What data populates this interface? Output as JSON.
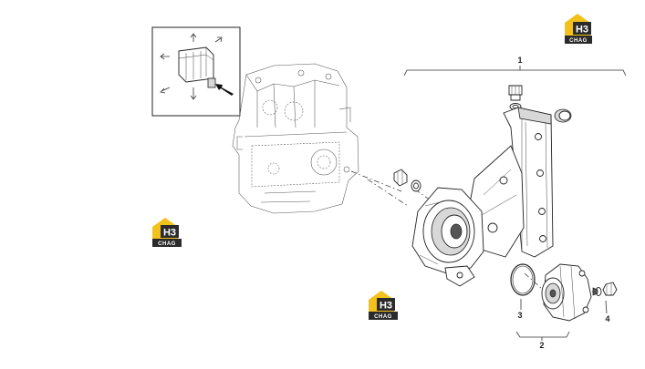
{
  "diagram": {
    "callouts": [
      {
        "id": "callout-1",
        "label": "1"
      },
      {
        "id": "callout-2",
        "label": "2"
      },
      {
        "id": "callout-3",
        "label": "3"
      },
      {
        "id": "callout-4",
        "label": "4"
      }
    ],
    "watermarks": [
      {
        "text": "H3",
        "sub": "CHAG"
      },
      {
        "text": "H3",
        "sub": "CHAG"
      },
      {
        "text": "H3",
        "sub": "CHAG"
      }
    ]
  },
  "colors": {
    "logo_yellow": "#f2c21b",
    "logo_dark": "#2b2b2b",
    "line": "#222222"
  }
}
